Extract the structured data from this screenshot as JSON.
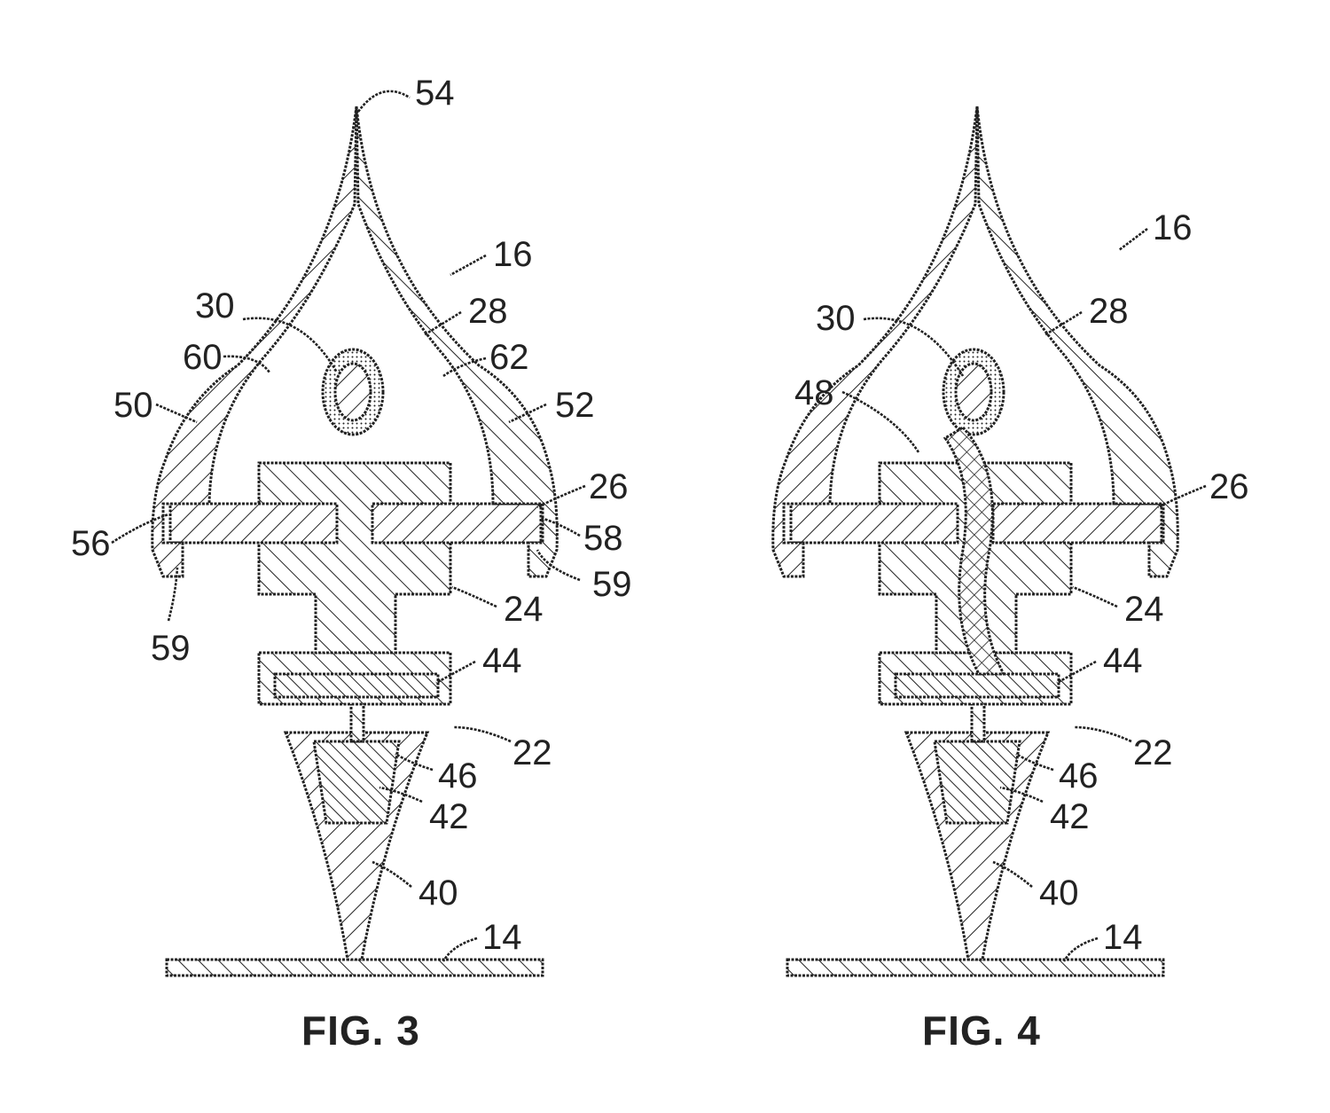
{
  "figures": [
    {
      "caption": "FIG. 3",
      "refs": [
        "54",
        "16",
        "30",
        "28",
        "60",
        "62",
        "50",
        "52",
        "26",
        "56",
        "58",
        "59",
        "59",
        "24",
        "44",
        "22",
        "46",
        "42",
        "40",
        "14"
      ]
    },
    {
      "caption": "FIG. 4",
      "refs": [
        "16",
        "30",
        "28",
        "48",
        "26",
        "24",
        "44",
        "22",
        "46",
        "42",
        "40",
        "14"
      ]
    }
  ]
}
